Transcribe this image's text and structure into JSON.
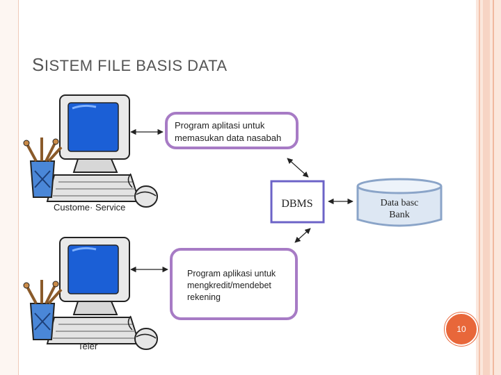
{
  "slide": {
    "title_first_letter": "S",
    "title_rest": "ISTEM FILE BASIS DATA",
    "page_number": "10"
  },
  "diagram": {
    "box_top_line1": "Program aplitasi untuk",
    "box_top_line2": "memasukan data nasabah",
    "box_bottom_line1": "Program aplikasi untuk",
    "box_bottom_line2": "mengkredit/mendebet",
    "box_bottom_line3": "rekening",
    "dbms_label": "DBMS",
    "database_line1": "Data basc",
    "database_line2": "Bank",
    "user1_label": "Custome· Service",
    "user2_label": "Teler"
  },
  "colors": {
    "box_border": "#a77bc5",
    "dbms_border": "#6c63c7",
    "cylinder_fill": "#dde7f3",
    "cylinder_stroke": "#8aa4c8",
    "accent": "#e8673a"
  }
}
